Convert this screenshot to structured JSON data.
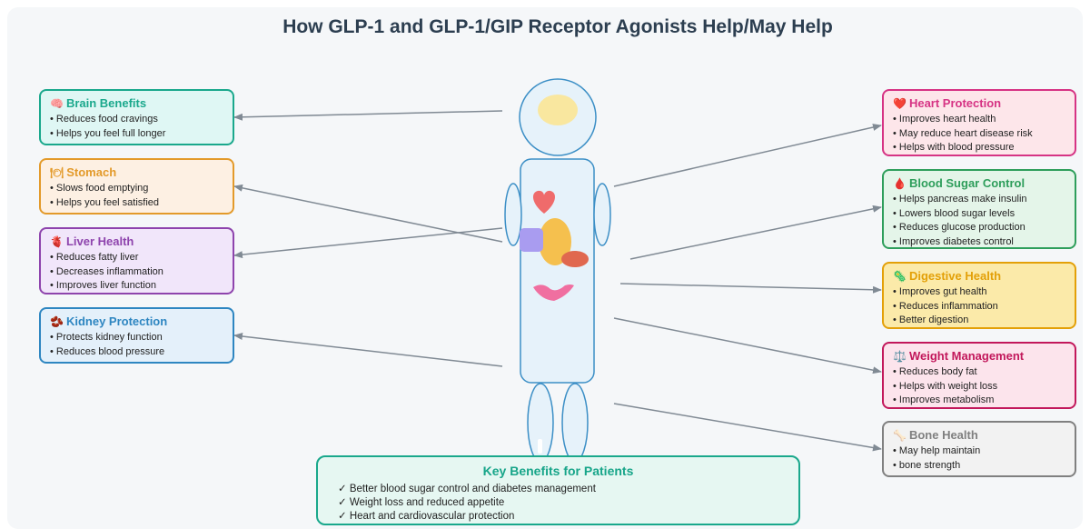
{
  "title": "How GLP-1 and GLP-1/GIP Receptor Agonists Help/May Help",
  "colors": {
    "brain": "#1aa88c",
    "stomach": "#e39a2a",
    "liver": "#8e44ad",
    "kidney": "#2e86c1",
    "heart": "#d63384",
    "blood_sugar": "#2e9e5b",
    "digestive": "#e3a008",
    "weight": "#c2185b",
    "bone": "#808080",
    "arrow": "#808a94"
  },
  "left_boxes": [
    {
      "id": "brain",
      "icon": "🧠",
      "icon_name": "brain-icon",
      "title": "Brain Benefits",
      "items": [
        "Reduces food cravings",
        "Helps you feel full longer"
      ]
    },
    {
      "id": "stomach",
      "icon": "🍽",
      "icon_name": "plate-icon",
      "title": "Stomach",
      "items": [
        "Slows food emptying",
        "Helps you feel satisfied"
      ]
    },
    {
      "id": "liver",
      "icon": "🫀",
      "icon_name": "liver-icon",
      "title": "Liver Health",
      "items": [
        "Reduces fatty liver",
        "Decreases inflammation",
        "Improves liver function"
      ]
    },
    {
      "id": "kidney",
      "icon": "🫘",
      "icon_name": "kidney-icon",
      "title": "Kidney Protection",
      "items": [
        "Protects kidney function",
        "Reduces blood pressure"
      ]
    }
  ],
  "right_boxes": [
    {
      "id": "heart",
      "icon": "❤️",
      "icon_name": "heart-icon",
      "title": "Heart Protection",
      "items": [
        "Improves heart health",
        "May reduce heart disease risk",
        "Helps with blood pressure"
      ]
    },
    {
      "id": "blood_sugar",
      "icon": "🩸",
      "icon_name": "blood-drop-icon",
      "title": "Blood Sugar Control",
      "items": [
        "Helps pancreas make insulin",
        "Lowers blood sugar levels",
        "Reduces glucose production",
        "Improves diabetes control"
      ]
    },
    {
      "id": "digestive",
      "icon": "🦠",
      "icon_name": "microbe-icon",
      "title": "Digestive Health",
      "items": [
        "Improves gut health",
        "Reduces inflammation",
        "Better digestion"
      ]
    },
    {
      "id": "weight",
      "icon": "⚖️",
      "icon_name": "scale-icon",
      "title": "Weight Management",
      "items": [
        "Reduces body fat",
        "Helps with weight loss",
        "Improves metabolism"
      ]
    },
    {
      "id": "bone",
      "icon": "🦴",
      "icon_name": "bone-icon",
      "title": "Bone Health",
      "items": [
        "May help maintain",
        "bone strength"
      ]
    }
  ],
  "key_benefits": {
    "title": "Key Benefits for Patients",
    "items": [
      "Better blood sugar control and diabetes management",
      "Weight loss and reduced appetite",
      "Heart and cardiovascular protection"
    ]
  }
}
